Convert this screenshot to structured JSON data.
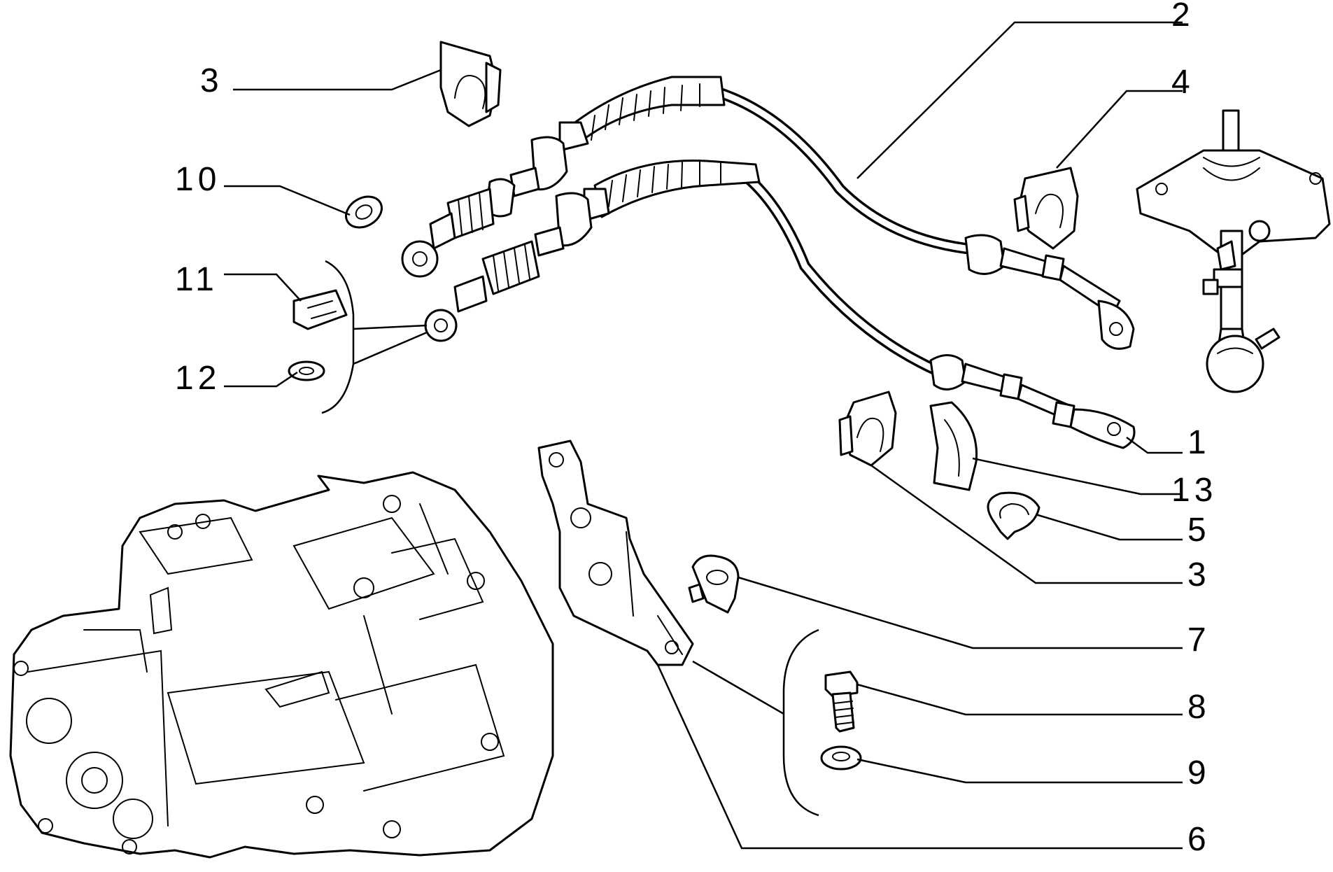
{
  "callouts": {
    "c1": "1",
    "c2": "2",
    "c3_top": "3",
    "c3_right": "3",
    "c4": "4",
    "c5": "5",
    "c6": "6",
    "c7": "7",
    "c8": "8",
    "c9": "9",
    "c10": "10",
    "c11": "11",
    "c12": "12",
    "c13": "13"
  },
  "colors": {
    "line": "#000000",
    "background": "#ffffff"
  }
}
